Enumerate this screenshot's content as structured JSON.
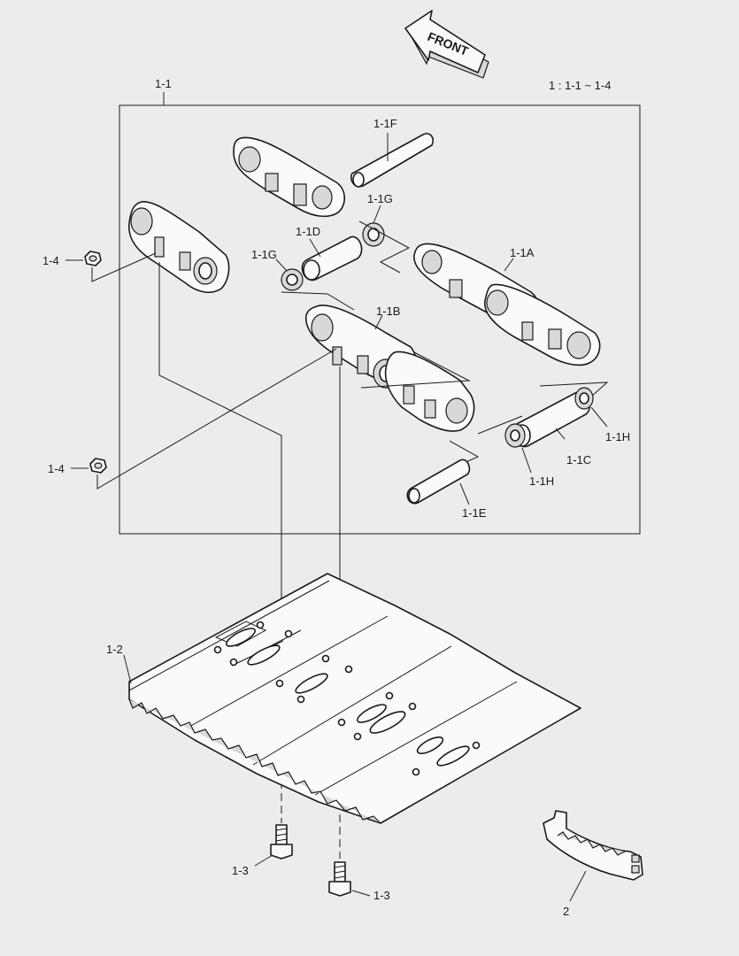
{
  "front_arrow": {
    "label": "FRONT"
  },
  "scale_note": "1 : 1-1 ~ 1-4",
  "labels": {
    "assy": "1-1",
    "link_a": "1-1A",
    "link_b": "1-1B",
    "pin_c": "1-1C",
    "bushing_d": "1-1D",
    "pin_e": "1-1E",
    "pin_f": "1-1F",
    "seal_g_upper": "1-1G",
    "seal_g_left": "1-1G",
    "seal_h_right": "1-1H",
    "seal_h_lower": "1-1H",
    "shoe": "1-2",
    "bolt_left": "1-3",
    "bolt_right": "1-3",
    "nut_upper": "1-4",
    "nut_lower": "1-4",
    "guide": "2"
  }
}
